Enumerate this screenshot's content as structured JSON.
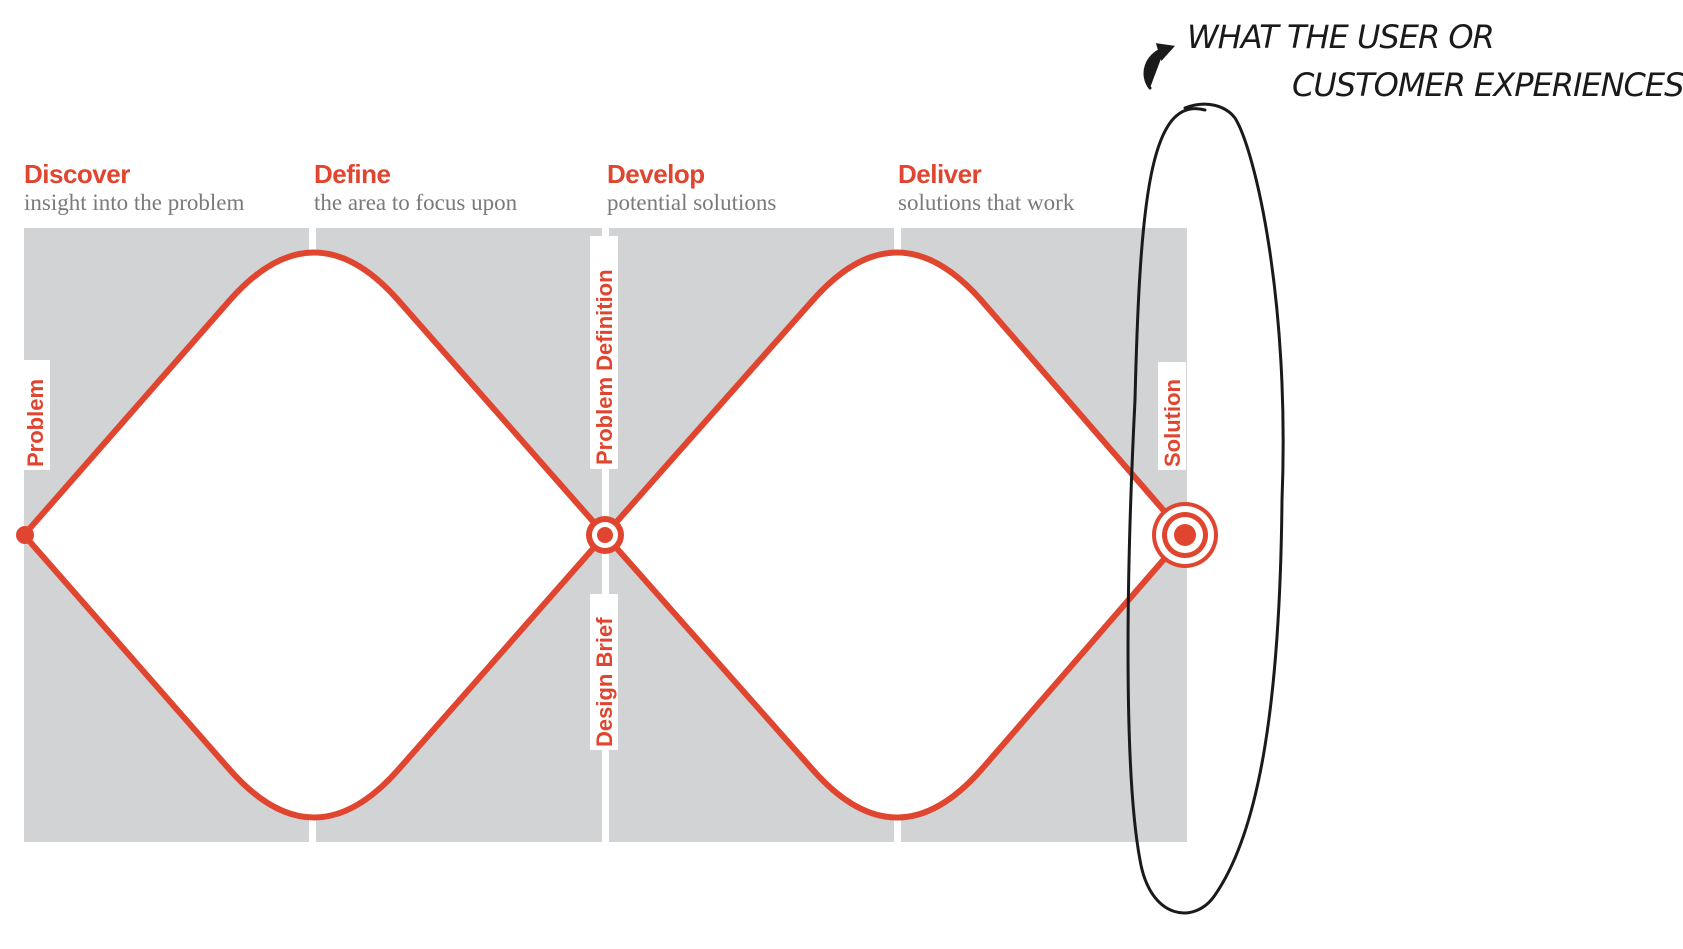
{
  "colors": {
    "accent": "#e0452f",
    "panel": "#d2d3d5",
    "ink": "#1a1a1a",
    "subtitle": "#7a7a7a"
  },
  "phases": [
    {
      "title": "Discover",
      "subtitle": "insight into the problem"
    },
    {
      "title": "Define",
      "subtitle": "the area to focus upon"
    },
    {
      "title": "Develop",
      "subtitle": "potential solutions"
    },
    {
      "title": "Deliver",
      "subtitle": "solutions that work"
    }
  ],
  "milestones": {
    "problem": "Problem",
    "problem_definition": "Problem Definition",
    "design_brief": "Design Brief",
    "solution": "Solution"
  },
  "annotation": {
    "line1": "WHAT THE USER OR",
    "line2": "CUSTOMER EXPERIENCES."
  }
}
